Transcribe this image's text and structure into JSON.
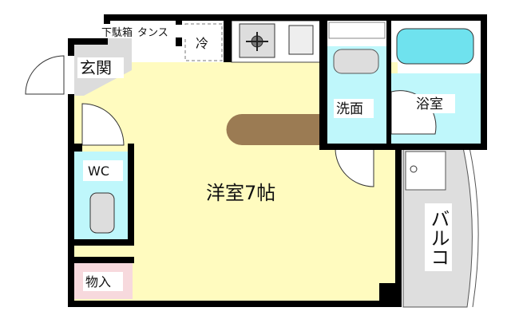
{
  "floorplan": {
    "rooms": {
      "entrance": "玄関",
      "shoe_closet": "下駄箱",
      "wardrobe": "タンス",
      "fridge": "冷",
      "washroom": "洗面",
      "bathroom": "浴室",
      "toilet": "WC",
      "main_room": "洋室7帖",
      "storage": "物入",
      "balcony": "バルコ"
    },
    "colors": {
      "main_room": "#fffbbf",
      "wet_area": "#bff7fb",
      "entrance": "#dcdcdc",
      "storage": "#f7d9dd",
      "balcony": "#dedede",
      "counter": "#9b7b53",
      "wall": "#000000"
    }
  }
}
